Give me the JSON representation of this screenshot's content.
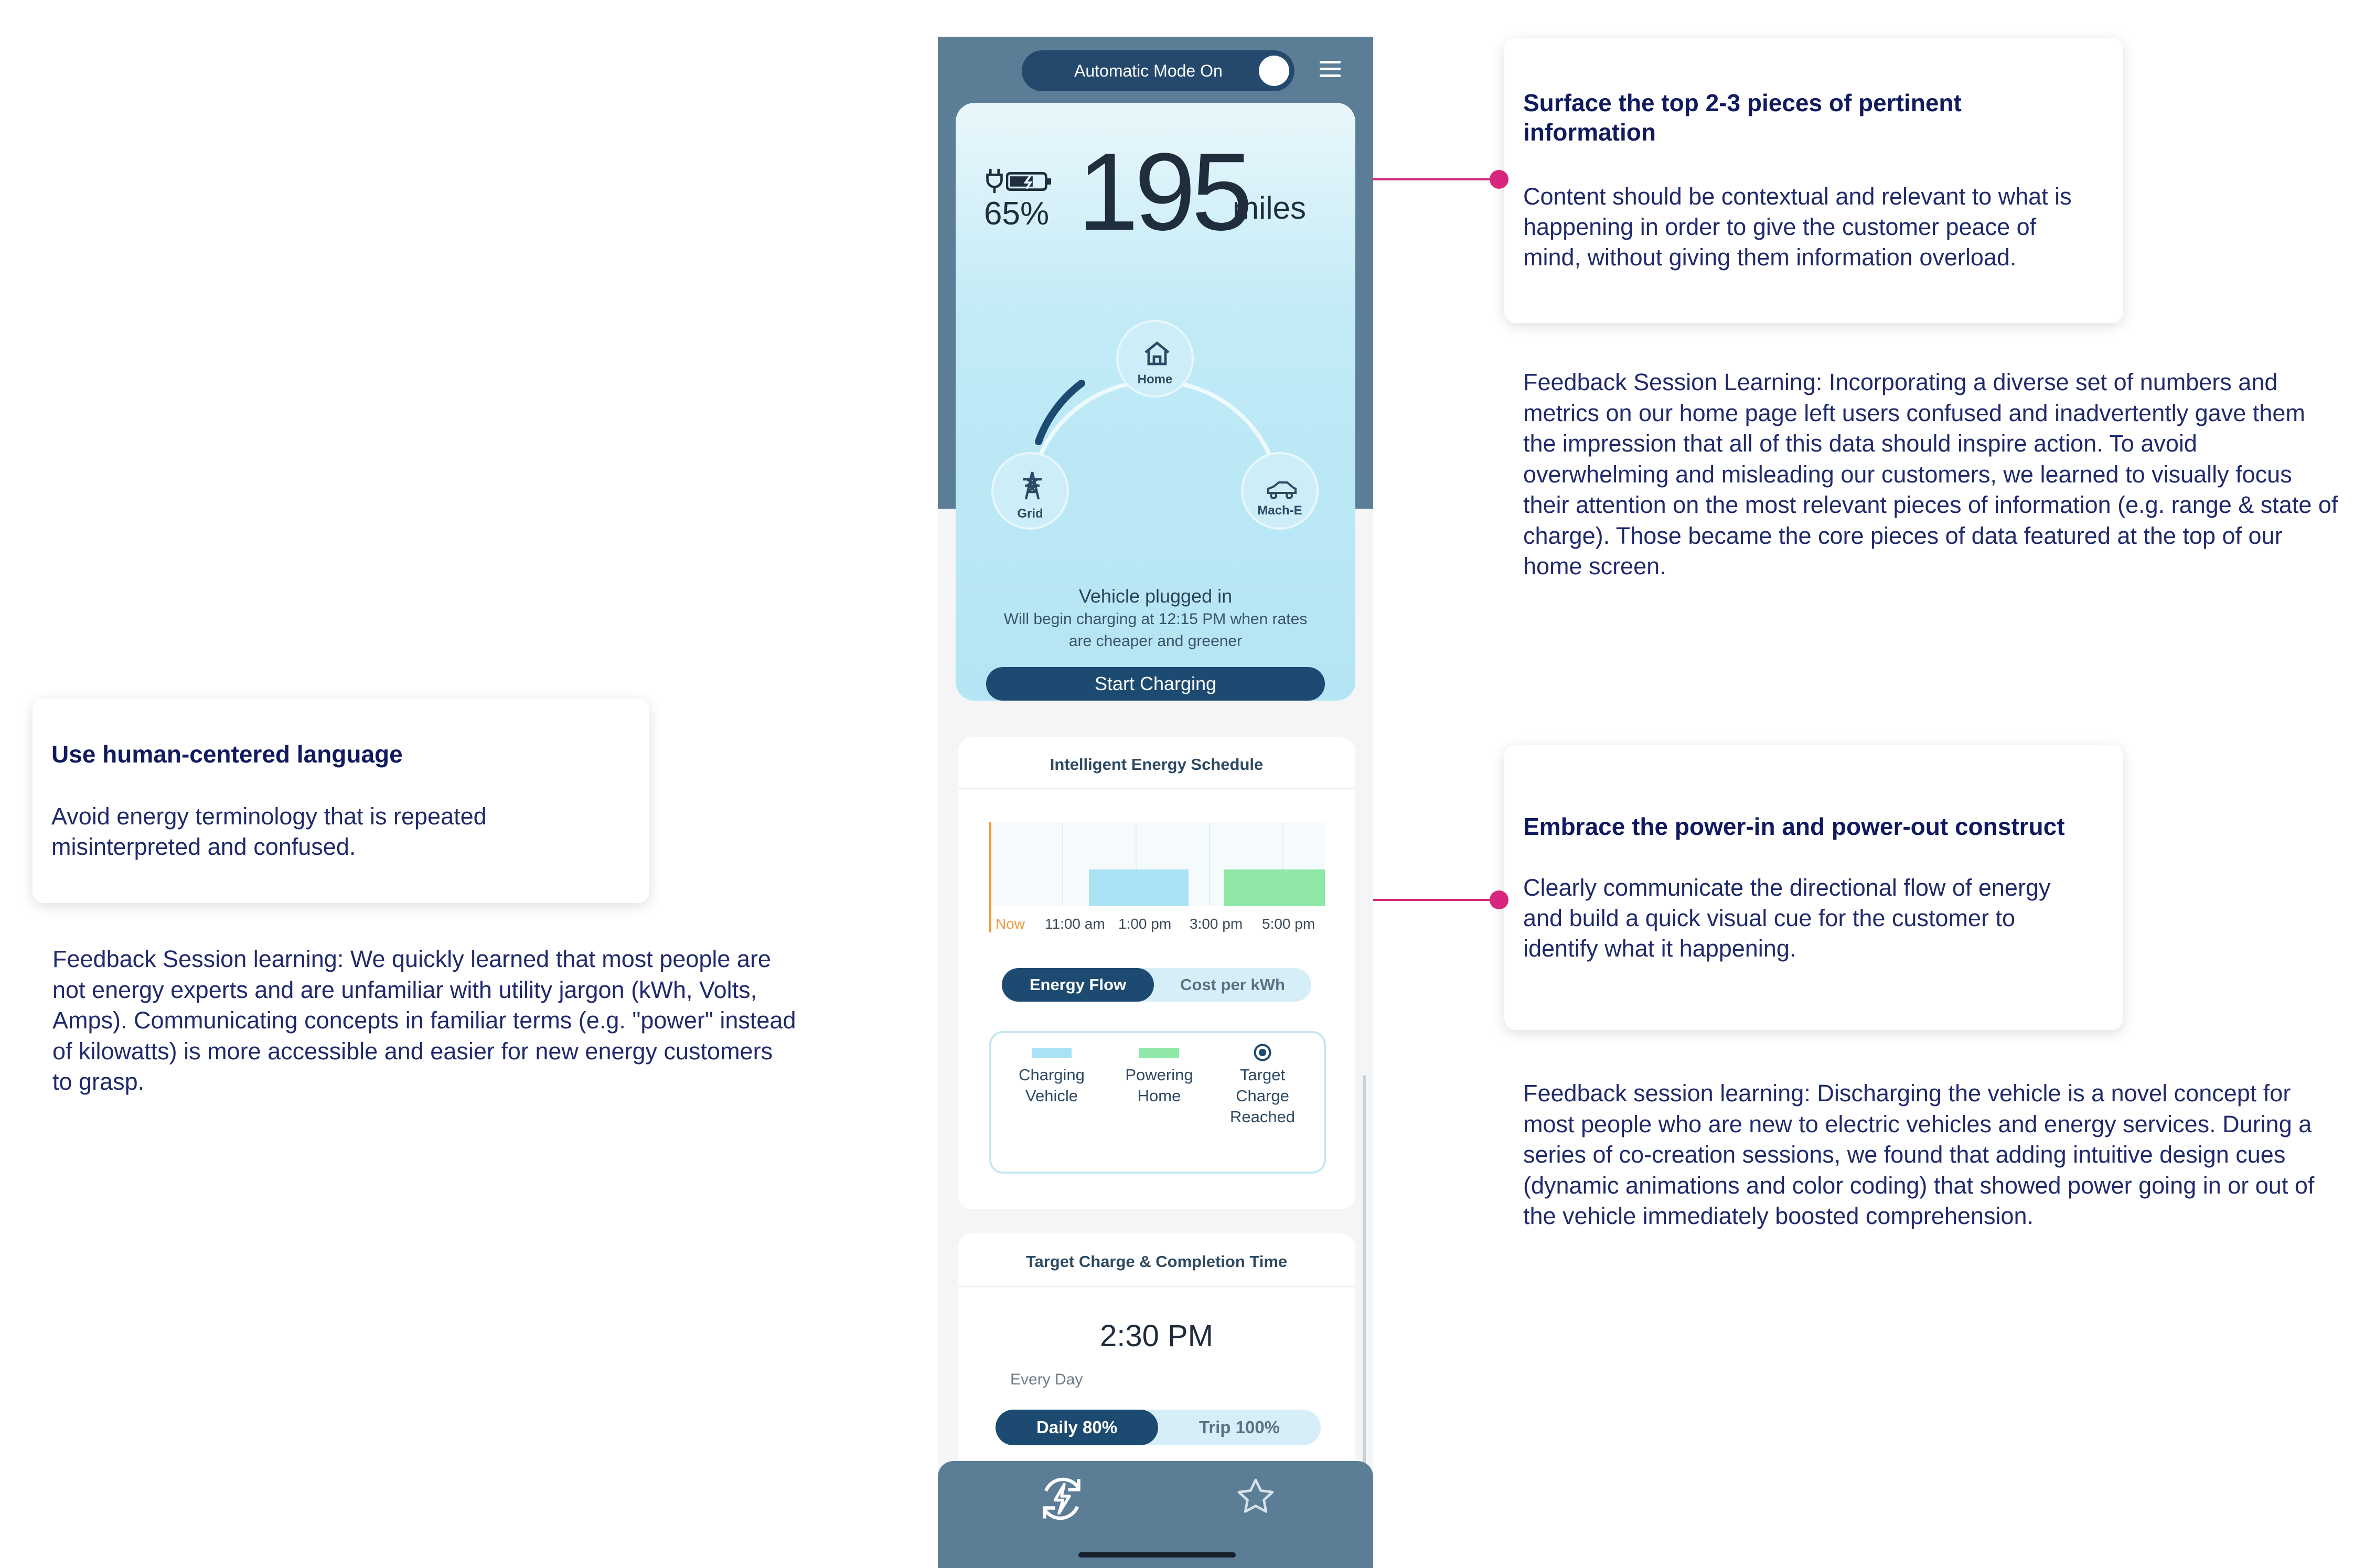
{
  "phone": {
    "toggle_label": "Automatic Mode On",
    "battery_percent": "65%",
    "range_value": "195",
    "range_unit": "miles",
    "nodes": {
      "home": "Home",
      "grid": "Grid",
      "vehicle": "Mach-E"
    },
    "plug_status": "Vehicle plugged in",
    "plug_desc": "Will begin charging at 12:15 PM when rates are cheaper and greener",
    "start_button": "Start Charging",
    "schedule": {
      "title": "Intelligent Energy Schedule",
      "ticks": [
        "Now",
        "11:00 am",
        "1:00 pm",
        "3:00 pm",
        "5:00 pm"
      ],
      "segmented": {
        "active": "Energy Flow",
        "inactive": "Cost per kWh"
      },
      "legend": [
        {
          "label": "Charging Vehicle",
          "color": "#a9e2f5"
        },
        {
          "label": "Powering Home",
          "color": "#8fe8a8"
        },
        {
          "label": "Target Charge Reached",
          "color": "#1d4a70"
        }
      ]
    },
    "target": {
      "title": "Target Charge & Completion Time",
      "time": "2:30 PM",
      "recurrence": "Every Day",
      "segmented": {
        "active": "Daily 80%",
        "inactive": "Trip 100%"
      }
    },
    "colors": {
      "accent": "#1d4a70",
      "band": "#5b7d96",
      "charging": "#a9e2f5",
      "powering": "#8fe8a8",
      "connector": "#d6277c"
    }
  },
  "annotations": {
    "top_card": {
      "title": "Surface the top 2-3 pieces of pertinent information",
      "body": "Content should be contextual and relevant to what is happening in order to give the customer peace of mind, without giving them information overload."
    },
    "top_note": "Feedback Session Learning: Incorporating a diverse set of numbers and metrics on our home page left users confused and inadvertently gave them the impression that all of this data should inspire action. To avoid overwhelming and misleading our customers, we learned to visually focus their attention on the most relevant pieces of information (e.g. range & state of charge). Those became the core pieces of data featured at the top of our home screen.",
    "left_card": {
      "title": "Use human-centered language",
      "body": "Avoid energy terminology that is repeated misinterpreted and confused."
    },
    "left_note": "Feedback Session learning: We quickly learned that most people are not energy experts and are unfamiliar with utility jargon (kWh, Volts, Amps). Communicating concepts in familiar terms (e.g. \"power\" instead of kilowatts) is more accessible and easier for new energy customers to grasp.",
    "mid_card": {
      "title": "Embrace the power-in and power-out construct",
      "body": "Clearly communicate the directional flow of energy and build a quick visual cue for the customer to identify what it happening."
    },
    "mid_note": "Feedback session learning: Discharging the vehicle is a novel concept for most people who are new to electric vehicles and energy services. During a series of co-creation sessions, we found that adding intuitive design cues (dynamic animations and color coding) that showed power going in or out of the vehicle immediately boosted comprehension."
  }
}
